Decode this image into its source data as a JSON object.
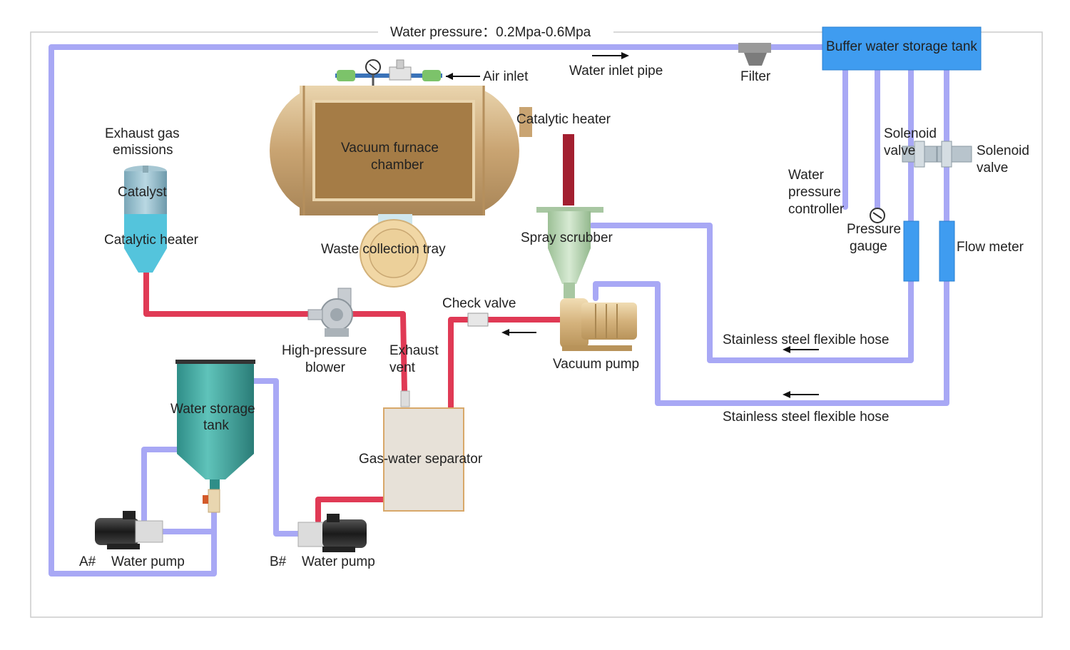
{
  "labels": {
    "water_pressure": "Water pressure：0.2Mpa-0.6Mpa",
    "buffer_tank": "Buffer  water  storage  tank",
    "air_inlet": "Air inlet",
    "water_inlet_pipe": "Water  inlet  pipe",
    "filter": "Filter",
    "vacuum_chamber_1": "Vacuum  furnace",
    "vacuum_chamber_2": "chamber",
    "catalytic_heater_top": "Catalytic  heater",
    "exhaust_emissions_1": "Exhaust gas",
    "exhaust_emissions_2": "emissions",
    "catalyst": "Catalyst",
    "catalytic_heater_left": "Catalytic  heater",
    "waste_tray": "Waste collection tray",
    "spray_scrubber": "Spray  scrubber",
    "solenoid_valve_1a": "Solenoid",
    "solenoid_valve_1b": "valve",
    "solenoid_valve_2a": "Solenoid",
    "solenoid_valve_2b": "valve",
    "wp_controller_1": "Water",
    "wp_controller_2": "pressure",
    "wp_controller_3": "controller",
    "pressure_gauge_1": "Pressure",
    "pressure_gauge_2": "gauge",
    "flow_meter": "Flow  meter",
    "check_valve": "Check  valve",
    "hp_blower_1": "High-pressure",
    "hp_blower_2": "blower",
    "exhaust_vent_1": "Exhaust",
    "exhaust_vent_2": "vent",
    "vacuum_pump": "Vacuum  pump",
    "hose_1": "Stainless steel flexible  hose",
    "hose_2": "Stainless steel flexible  hose",
    "water_storage_1": "Water  storage",
    "water_storage_2": "tank",
    "gas_water_sep": "Gas-water  separator",
    "pump_a_id": "A#",
    "pump_a_label": "Water  pump",
    "pump_b_id": "B#",
    "pump_b_label": "Water  pump"
  },
  "colors": {
    "water_pipe": "#a8a8f5",
    "exhaust_pipe": "#e03a55",
    "buffer_tank": "#3f9cf0",
    "furnace": "#d9bc8a",
    "furnace_inner": "#a57c46",
    "storage_tank": "#3aa39c",
    "scrubber": "#bcd8b6",
    "separator": "#e7e1d8",
    "flow_meter": "#3f9cf0",
    "frame": "#cccccc"
  }
}
